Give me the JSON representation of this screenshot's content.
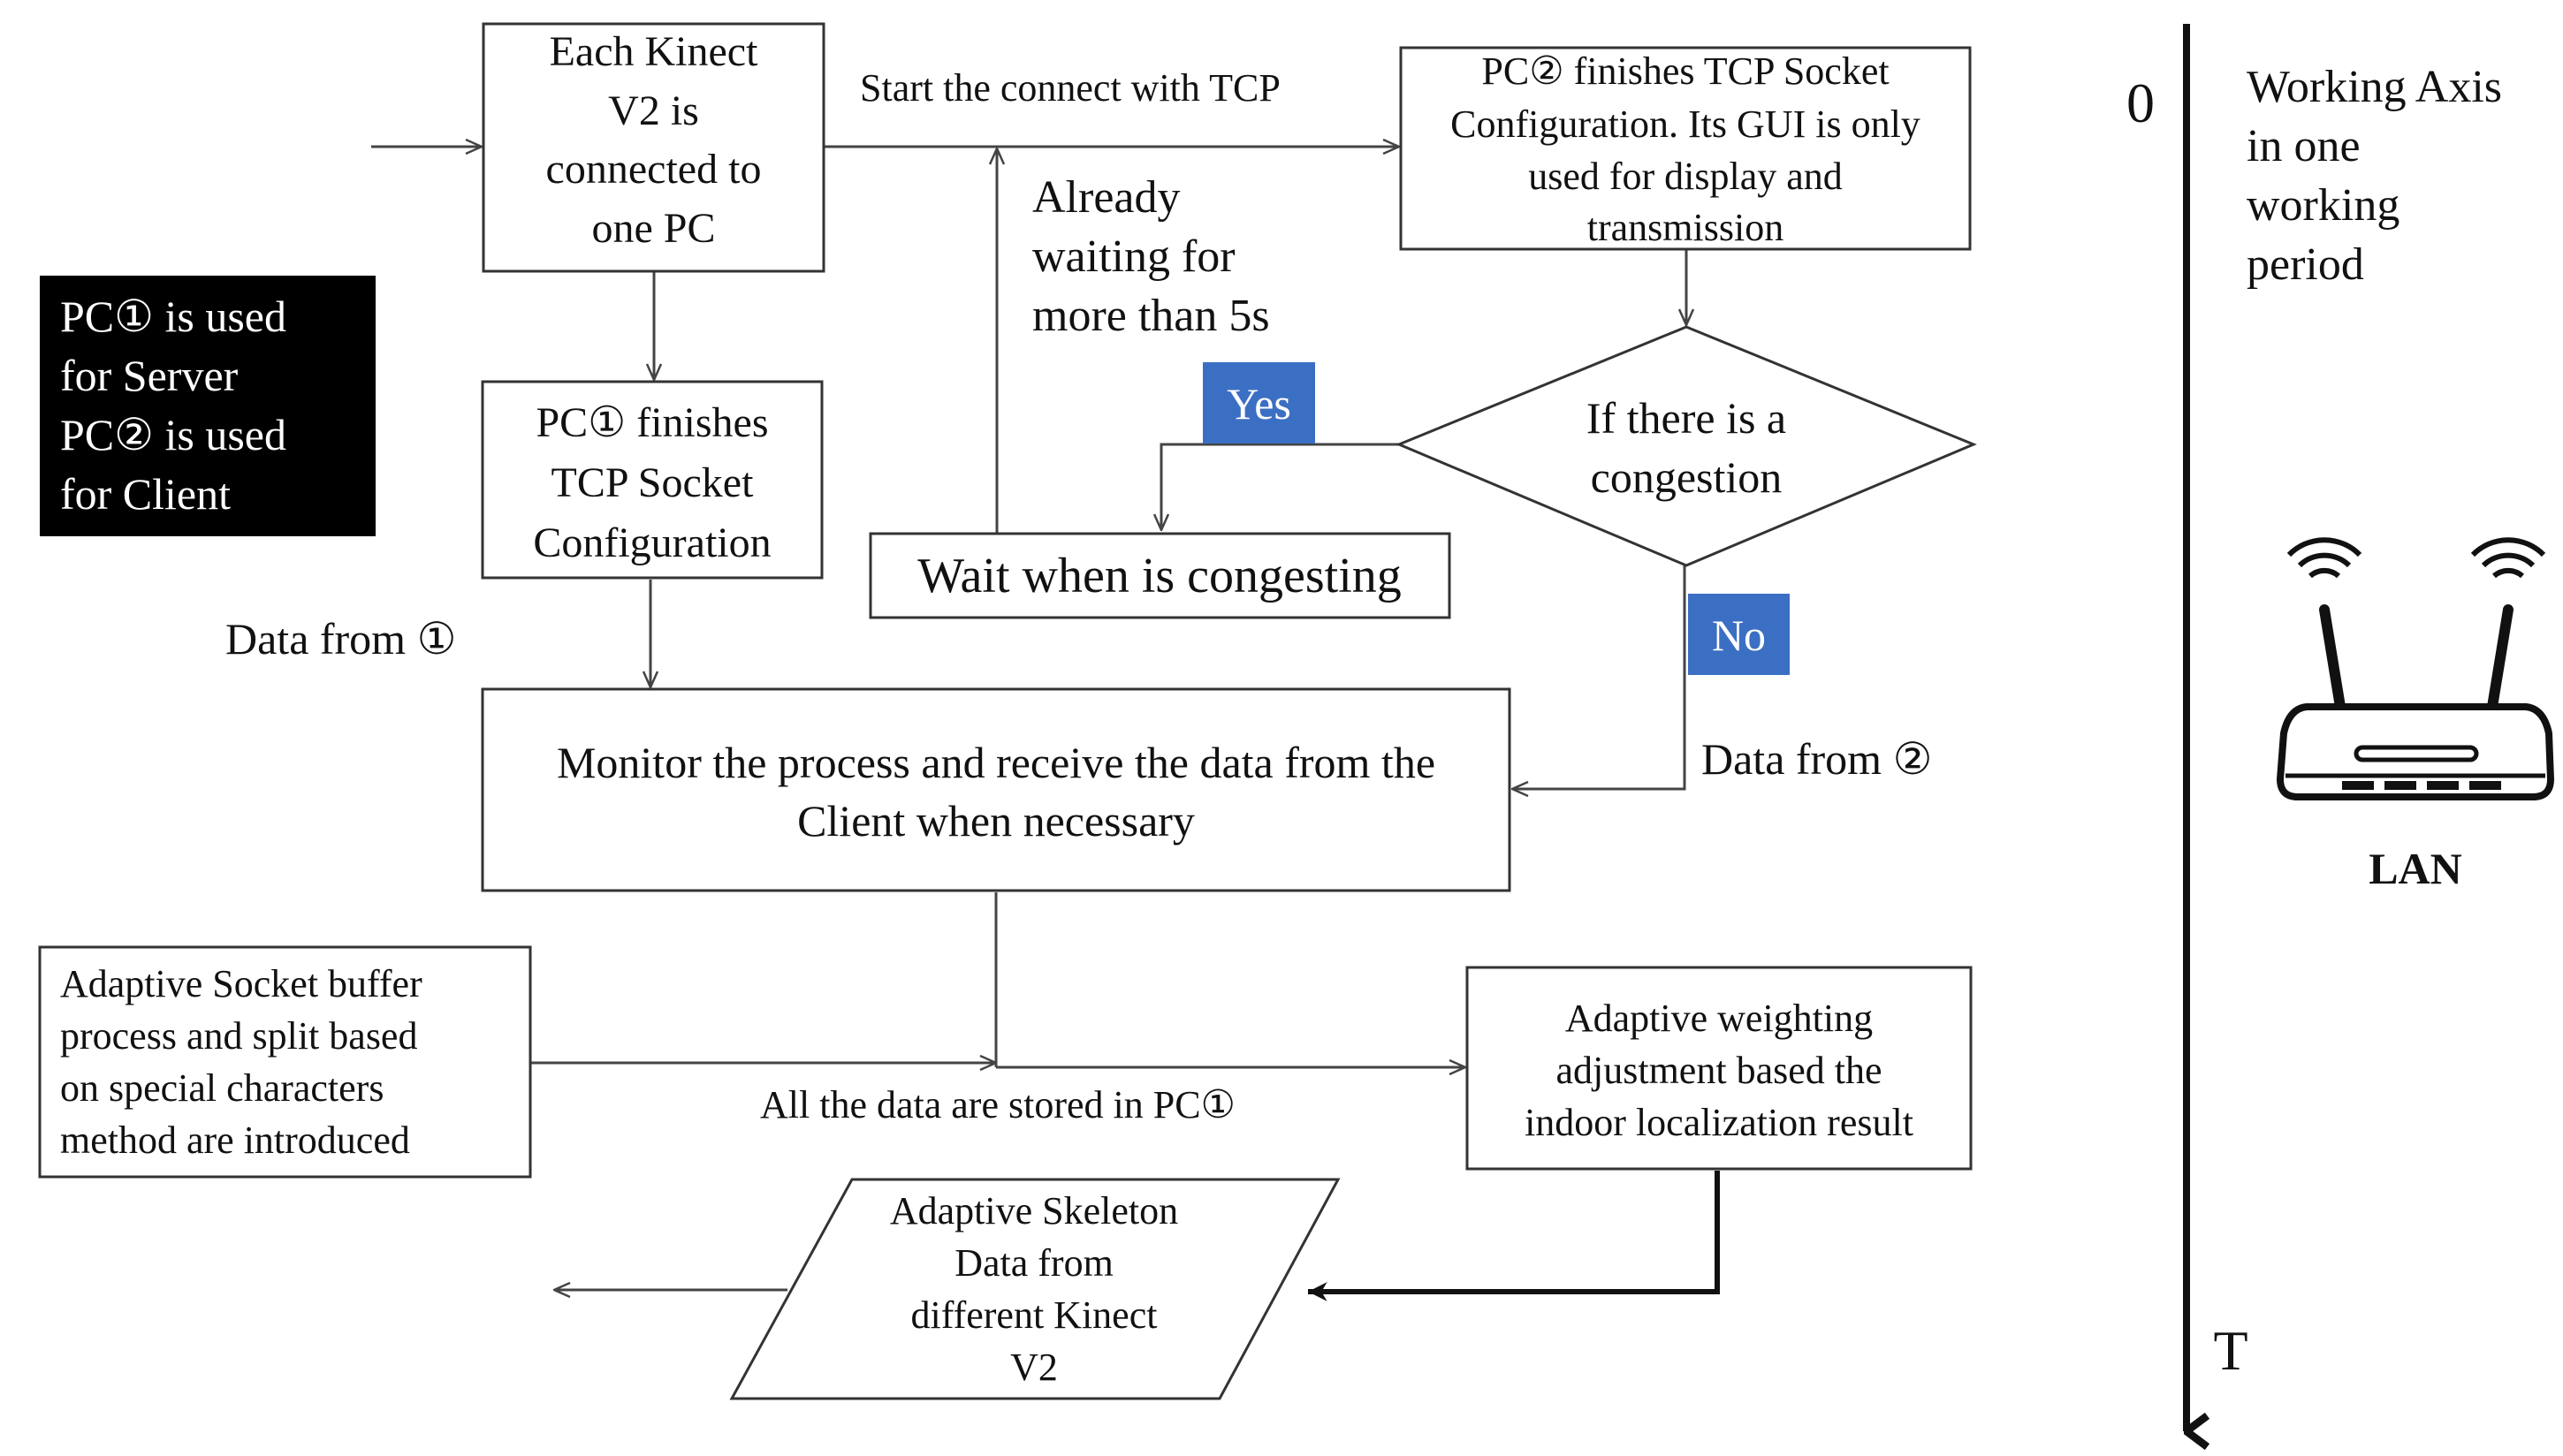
{
  "nodes": {
    "kinect": {
      "lines": [
        "Each Kinect",
        "V2 is",
        "connected to",
        "one PC"
      ]
    },
    "server_config": {
      "lines": [
        "PC① finishes",
        "TCP Socket",
        "Configuration"
      ]
    },
    "client_config": {
      "lines": [
        "PC② finishes TCP Socket",
        "Configuration. Its GUI is only",
        "used for display and",
        "transmission"
      ]
    },
    "congestion": {
      "lines": [
        "If there is a",
        "congestion"
      ]
    },
    "wait": {
      "text": "Wait when is congesting"
    },
    "monitor": {
      "lines": [
        "Monitor the process and receive the data from the",
        "Client when necessary"
      ]
    },
    "buffer": {
      "lines": [
        "Adaptive Socket buffer",
        "process and split based",
        "on special characters",
        "method are introduced"
      ]
    },
    "weighting": {
      "lines": [
        "Adaptive weighting",
        "adjustment based the",
        "indoor localization result"
      ]
    },
    "skeleton": {
      "lines": [
        "Adaptive Skeleton",
        "Data from",
        "different Kinect",
        "V2"
      ]
    }
  },
  "legend": {
    "lines": [
      "PC① is used",
      "for Server",
      "PC② is used",
      "for Client"
    ]
  },
  "labels": {
    "start_tcp": "Start the connect with TCP",
    "already_waiting": [
      "Already",
      "waiting for",
      "more than 5s"
    ],
    "yes": "Yes",
    "no": "No",
    "data_from_1": "Data from ①",
    "data_from_2": "Data from ②",
    "stored": "All the data are stored in PC①"
  },
  "axis": {
    "start": "0",
    "end": "T",
    "title": [
      "Working Axis",
      "in one",
      "working",
      "period"
    ]
  },
  "router": {
    "label": "LAN"
  },
  "colors": {
    "tag": "#3b6fc4",
    "legend_bg": "#000000",
    "line": "#444444"
  }
}
